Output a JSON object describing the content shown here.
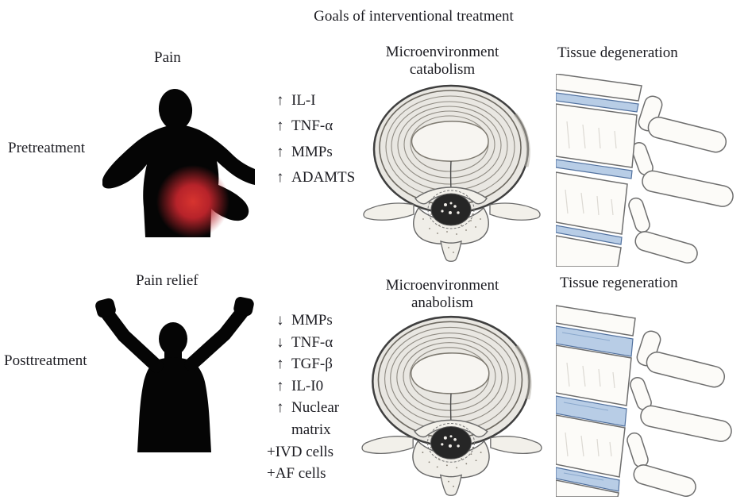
{
  "title": "Goals of interventional treatment",
  "pretreatment": {
    "row_label": "Pretreatment",
    "pain_header": "Pain",
    "micro_header_line1": "Microenvironment",
    "micro_header_line2": "catabolism",
    "tissue_header": "Tissue degeneration",
    "factors": [
      {
        "arrow": "↑",
        "label": "IL-I"
      },
      {
        "arrow": "↑",
        "label": "TNF-α"
      },
      {
        "arrow": "↑",
        "label": "MMPs"
      },
      {
        "arrow": "↑",
        "label": "ADAMTS"
      }
    ]
  },
  "posttreatment": {
    "row_label": "Posttreatment",
    "pain_header": "Pain relief",
    "micro_header_line1": "Microenvironment",
    "micro_header_line2": "anabolism",
    "tissue_header": "Tissue regeneration",
    "factors": [
      {
        "arrow": "↓",
        "label": "MMPs"
      },
      {
        "arrow": "↓",
        "label": "TNF-α"
      },
      {
        "arrow": "↑",
        "label": "TGF-β"
      },
      {
        "arrow": "↑",
        "label": "IL-I0"
      },
      {
        "arrow": "↑",
        "label": "Nuclear"
      },
      {
        "arrow": "",
        "label": "matrix"
      },
      {
        "arrow": "",
        "label": "+IVD cells"
      },
      {
        "arrow": "",
        "label": "+AF cells"
      }
    ]
  },
  "colors": {
    "text": "#1c1c22",
    "silhouette_black": "#050505",
    "pain_glow_red": "#bf2328",
    "disc_blue_fill": "#b8cde6",
    "disc_blue_stroke": "#51719f",
    "bone_fill": "#fcfbf8",
    "bone_stroke": "#6e6e6e"
  }
}
